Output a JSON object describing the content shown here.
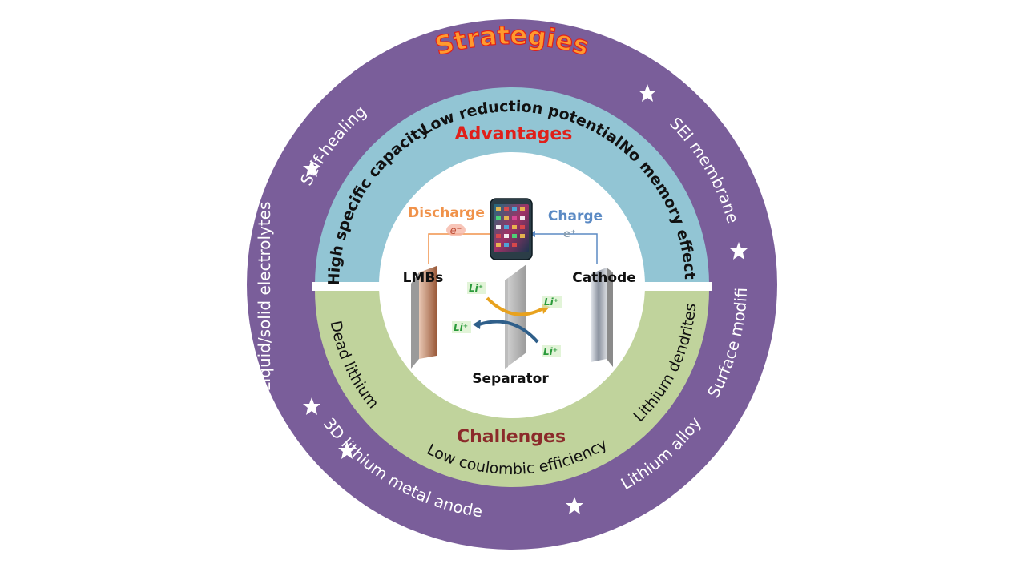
{
  "title": "Strategies",
  "colors": {
    "outer_ring": "#7a5e9a",
    "advantages_ring": "#92c5d4",
    "challenges_ring": "#c0d39c",
    "title_fill": "#ff9a2e",
    "title_stroke": "#e0201a",
    "advantages_heading": "#e0201a",
    "challenges_heading": "#8b2a2a",
    "discharge": "#f0924a",
    "charge": "#5b8ac4"
  },
  "strategies": [
    "Self-healing",
    "SEI membrane",
    "Liquid/solid electrolytes",
    "Surface modification",
    "3D lithium metal anode",
    "Lithium alloy"
  ],
  "advantages": {
    "heading": "Advantages",
    "items": [
      "High specific capacity",
      "Low reduction potential",
      "No memory effect"
    ]
  },
  "challenges": {
    "heading": "Challenges",
    "items": [
      "Dead lithium",
      "Low coulombic efficiency",
      "Lithium dendrites"
    ]
  },
  "cell": {
    "discharge_label": "Discharge",
    "charge_label": "Charge",
    "electron_left": "e⁻",
    "electron_right": "e⁺",
    "anode_label": "LMBs",
    "cathode_label": "Cathode",
    "separator_label": "Separator",
    "ion_label": "Li⁺"
  }
}
